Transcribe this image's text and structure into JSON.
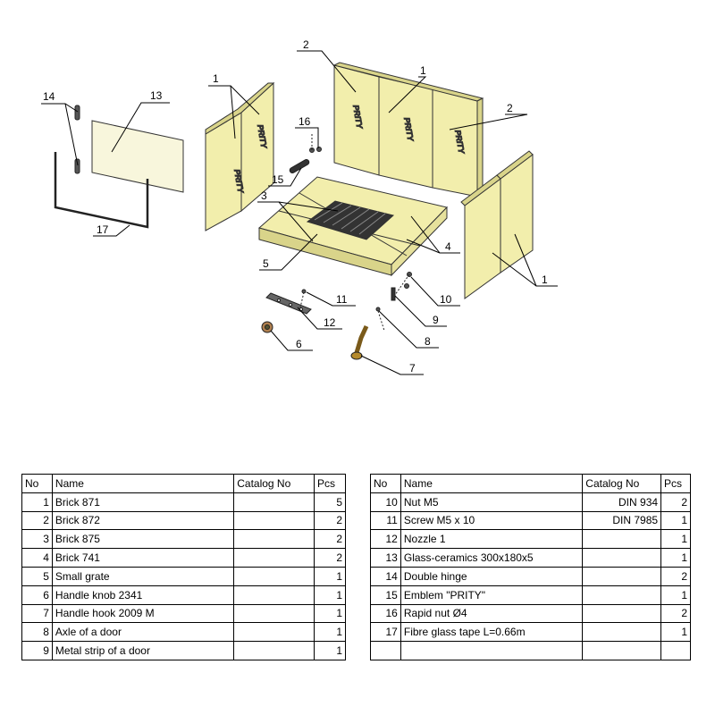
{
  "diagram": {
    "callouts": [
      "1",
      "2",
      "3",
      "4",
      "5",
      "6",
      "7",
      "8",
      "9",
      "10",
      "11",
      "12",
      "13",
      "14",
      "15",
      "16",
      "17"
    ],
    "emblem_text": "PRITY",
    "colors": {
      "brick": "#f2eeac",
      "brick_shade": "#d9d48a",
      "glass": "#f8f6dc",
      "metal": "#555555",
      "outline": "#333333"
    }
  },
  "table_headers": {
    "no": "No",
    "name": "Name",
    "catalog": "Catalog No",
    "pcs": "Pcs"
  },
  "parts_left": [
    {
      "no": "1",
      "name": "Brick 871",
      "catalog": "",
      "pcs": "5"
    },
    {
      "no": "2",
      "name": "Brick 872",
      "catalog": "",
      "pcs": "2"
    },
    {
      "no": "3",
      "name": "Brick 875",
      "catalog": "",
      "pcs": "2"
    },
    {
      "no": "4",
      "name": "Brick 741",
      "catalog": "",
      "pcs": "2"
    },
    {
      "no": "5",
      "name": "Small grate",
      "catalog": "",
      "pcs": "1"
    },
    {
      "no": "6",
      "name": "Handle knob 2341",
      "catalog": "",
      "pcs": "1"
    },
    {
      "no": "7",
      "name": "Handle hook 2009 M",
      "catalog": "",
      "pcs": "1"
    },
    {
      "no": "8",
      "name": "Axle of a door",
      "catalog": "",
      "pcs": "1"
    },
    {
      "no": "9",
      "name": "Metal strip of a door",
      "catalog": "",
      "pcs": "1"
    }
  ],
  "parts_right": [
    {
      "no": "10",
      "name": "Nut M5",
      "catalog": "DIN 934",
      "pcs": "2"
    },
    {
      "no": "11",
      "name": "Screw  M5 x 10",
      "catalog": "DIN 7985",
      "pcs": "1"
    },
    {
      "no": "12",
      "name": "Nozzle 1",
      "catalog": "",
      "pcs": "1"
    },
    {
      "no": "13",
      "name": "Glass-ceramics 300x180x5",
      "catalog": "",
      "pcs": "1"
    },
    {
      "no": "14",
      "name": "Double hinge",
      "catalog": "",
      "pcs": "2"
    },
    {
      "no": "15",
      "name": "Emblem \"PRITY\"",
      "catalog": "",
      "pcs": "1"
    },
    {
      "no": "16",
      "name": "Rapid nut Ø4",
      "catalog": "",
      "pcs": "2"
    },
    {
      "no": "17",
      "name": "Fibre glass tape L=0.66m",
      "catalog": "",
      "pcs": "1"
    },
    {
      "no": "",
      "name": "",
      "catalog": "",
      "pcs": ""
    }
  ]
}
